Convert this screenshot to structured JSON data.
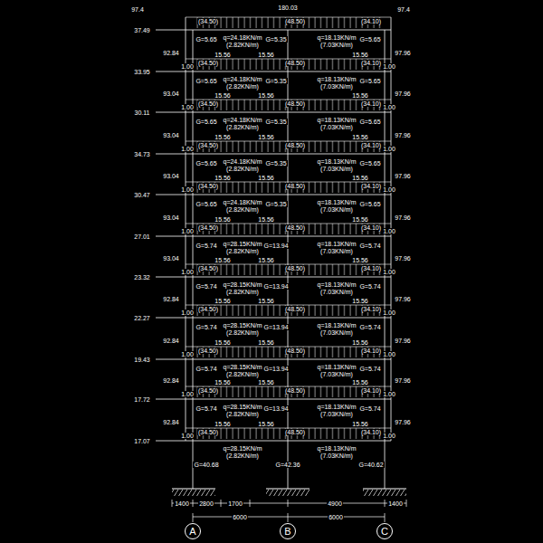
{
  "diagram": {
    "nodes": [
      {
        "text": [
          "A"
        ]
      },
      {
        "text": [
          "B"
        ]
      },
      {
        "text": [
          "C"
        ]
      }
    ],
    "labels": [
      "97.4",
      "180.03",
      "97.4",
      "37.49",
      "(34.50)",
      "(48.50)",
      "(34.10)",
      "G=5.65",
      "q=24.18KN/m",
      "(2.82KN/m)",
      "G=5.35",
      "q=18.13KN/m",
      "(7.03KN/m)",
      "G=5.65",
      "33.95",
      "(34.50)",
      "(48.50)",
      "(34.10)",
      "92.84",
      "15.56",
      "15.56",
      "15.56",
      "97.96",
      "1.00",
      "1.00",
      "G=5.65",
      "q=24.18KN/m",
      "(2.82KN/m)",
      "G=5.35",
      "q=18.13KN/m",
      "(7.03KN/m)",
      "G=5.65",
      "30.11",
      "(34.50)",
      "(48.50)",
      "(34.10)",
      "93.04",
      "15.56",
      "15.56",
      "15.56",
      "97.96",
      "1.00",
      "1.00",
      "G=5.65",
      "q=24.18KN/m",
      "(2.82KN/m)",
      "G=5.35",
      "q=18.13KN/m",
      "(7.03KN/m)",
      "G=5.65",
      "34.73",
      "(34.50)",
      "(48.50)",
      "(34.10)",
      "93.04",
      "15.56",
      "15.56",
      "15.56",
      "97.96",
      "1.00",
      "1.00",
      "G=5.65",
      "q=24.18KN/m",
      "(2.82KN/m)",
      "G=5.35",
      "q=18.13KN/m",
      "(7.03KN/m)",
      "G=5.65",
      "30.47",
      "(34.50)",
      "(48.50)",
      "(34.10)",
      "93.04",
      "15.56",
      "15.56",
      "15.56",
      "97.96",
      "1.00",
      "1.00",
      "G=5.65",
      "q=24.18KN/m",
      "(2.82KN/m)",
      "G=5.35",
      "q=18.13KN/m",
      "(7.03KN/m)",
      "G=5.65",
      "27.01",
      "(34.50)",
      "(48.50)",
      "(34.10)",
      "93.04",
      "15.56",
      "15.56",
      "15.56",
      "97.96",
      "1.00",
      "1.00",
      "G=5.74",
      "q=28.15KN/m",
      "(2.82KN/m)",
      "G=13.94",
      "q=18.13KN/m",
      "(7.03KN/m)",
      "G=5.74",
      "23.32",
      "(34.50)",
      "(48.50)",
      "(34.10)",
      "93.04",
      "15.56",
      "15.56",
      "15.56",
      "97.96",
      "1.00",
      "1.00",
      "G=5.74",
      "q=28.15KN/m",
      "(2.82KN/m)",
      "G=13.94",
      "q=18.13KN/m",
      "(7.03KN/m)",
      "G=5.74",
      "22.27",
      "(34.50)",
      "(48.50)",
      "(34.10)",
      "92.84",
      "15.56",
      "15.56",
      "15.56",
      "97.96",
      "1.00",
      "1.00",
      "G=5.74",
      "q=28.15KN/m",
      "(2.82KN/m)",
      "G=13.94",
      "q=18.13KN/m",
      "(7.03KN/m)",
      "G=5.74",
      "19.43",
      "(34.50)",
      "(48.50)",
      "(34.10)",
      "92.84",
      "15.56",
      "15.56",
      "15.56",
      "97.96",
      "1.00",
      "1.00",
      "G=5.74",
      "q=28.15KN/m",
      "(2.82KN/m)",
      "G=13.94",
      "q=18.13KN/m",
      "(7.03KN/m)",
      "G=5.74",
      "17.72",
      "(34.50)",
      "(48.50)",
      "(34.10)",
      "92.84",
      "15.56",
      "15.56",
      "15.56",
      "97.96",
      "1.00",
      "1.00",
      "G=5.74",
      "q=28.15KN/m",
      "(2.82KN/m)",
      "G=13.94",
      "q=18.13KN/m",
      "(7.03KN/m)",
      "G=5.74",
      "17.07",
      "(34.50)",
      "(48.50)",
      "(34.10)",
      "92.84",
      "15.56",
      "15.56",
      "15.56",
      "97.96",
      "1.00",
      "1.00",
      "q=28.15KN/m",
      "(2.82KN/m)",
      "q=18.13KN/m",
      "(7.03KN/m)",
      "G=40.68",
      "G=42.36",
      "G=40.62",
      "1400",
      "2800",
      "1700",
      "4900",
      "1400",
      "6000",
      "6000"
    ]
  }
}
